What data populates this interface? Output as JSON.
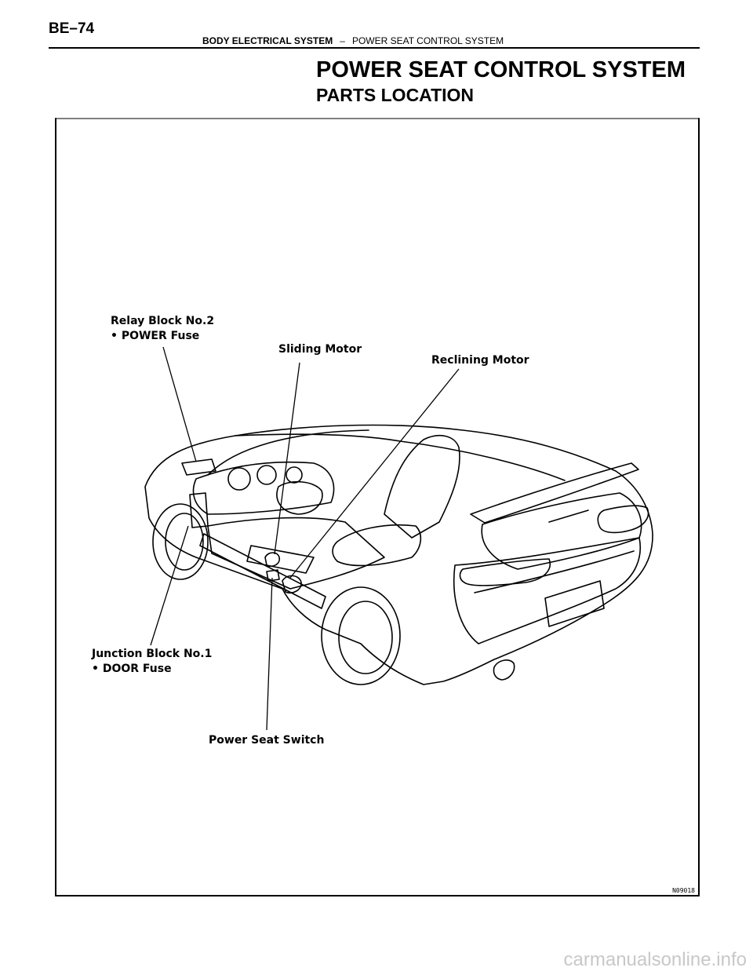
{
  "header": {
    "page_number": "BE–74",
    "section": "BODY ELECTRICAL SYSTEM",
    "separator": "–",
    "subsection": "POWER SEAT CONTROL SYSTEM"
  },
  "title": "POWER SEAT CONTROL SYSTEM",
  "subtitle": "PARTS LOCATION",
  "figure": {
    "callouts": {
      "relay_block": "Relay Block No.2",
      "power_fuse": "• POWER Fuse",
      "sliding_motor": "Sliding Motor",
      "reclining_motor": "Reclining Motor",
      "junction_block": "Junction Block No.1",
      "door_fuse": "• DOOR Fuse",
      "power_seat_switch": "Power Seat Switch"
    },
    "figure_id": "N09018"
  },
  "watermark": "carmanualsonline.info"
}
